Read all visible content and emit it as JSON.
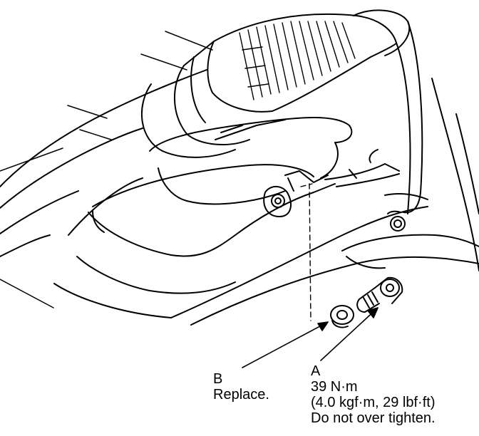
{
  "colors": {
    "ink": "#000000",
    "paper": "#ffffff"
  },
  "callout_b": {
    "letter": "B",
    "lines": [
      "Replace."
    ]
  },
  "callout_a": {
    "letter": "A",
    "lines": [
      "39 N·m",
      "(4.0 kgf·m, 29 lbf·ft)",
      "Do not over tighten."
    ]
  }
}
